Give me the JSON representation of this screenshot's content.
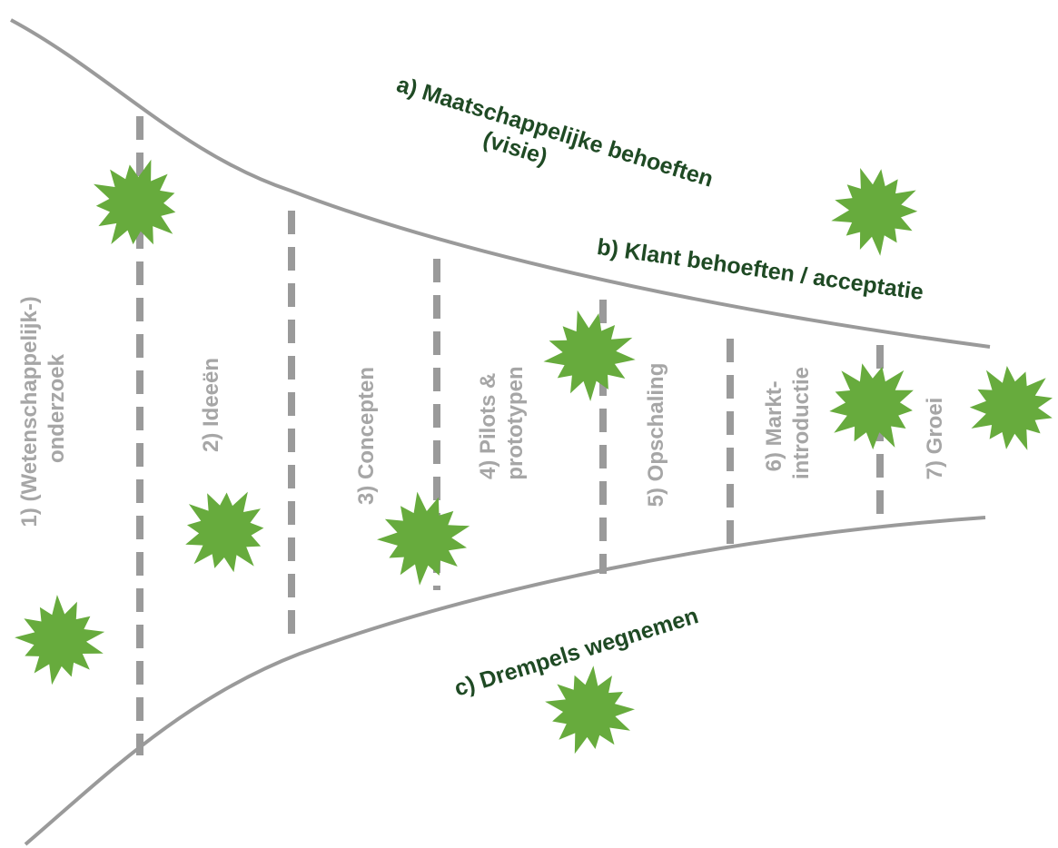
{
  "drivers": {
    "a_line1": "a) Maatschappelijke behoeften",
    "a_line2": "(visie)",
    "b": "b) Klant behoeften / acceptatie",
    "c": "c) Drempels wegnemen"
  },
  "stages": [
    {
      "line1": "1) (Wetenschappelijk-)",
      "line2": "onderzoek"
    },
    {
      "line1": "2) Ideeën",
      "line2": ""
    },
    {
      "line1": "3) Concepten",
      "line2": ""
    },
    {
      "line1": "4) Pilots &",
      "line2": "prototypen"
    },
    {
      "line1": "5) Opschaling",
      "line2": ""
    },
    {
      "line1": "6) Markt-",
      "line2": "introductie"
    },
    {
      "line1": "7) Groei",
      "line2": ""
    }
  ],
  "colors": {
    "funnel": "#9a9a9a",
    "stage_text": "#a6a6a6",
    "driver_text": "#1f4a24",
    "burst": "#67ab3d"
  }
}
